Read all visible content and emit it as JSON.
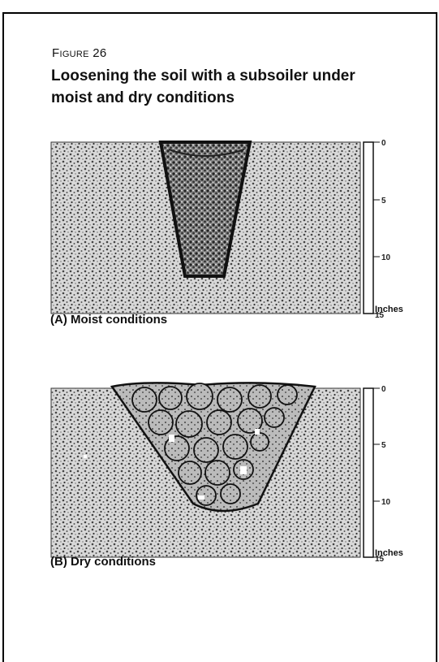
{
  "figure": {
    "label": "Figure 26",
    "title": "Loosening the soil with a subsoiler under moist  and dry conditions"
  },
  "panels": [
    {
      "caption": "(A)   Moist conditions",
      "scale_unit": "Inches",
      "scale_ticks": [
        "0",
        "5",
        "10",
        "15"
      ]
    },
    {
      "caption": "(B)  Dry conditions",
      "scale_unit": "Inches",
      "scale_ticks": [
        "0",
        "5",
        "10",
        "15"
      ]
    }
  ]
}
